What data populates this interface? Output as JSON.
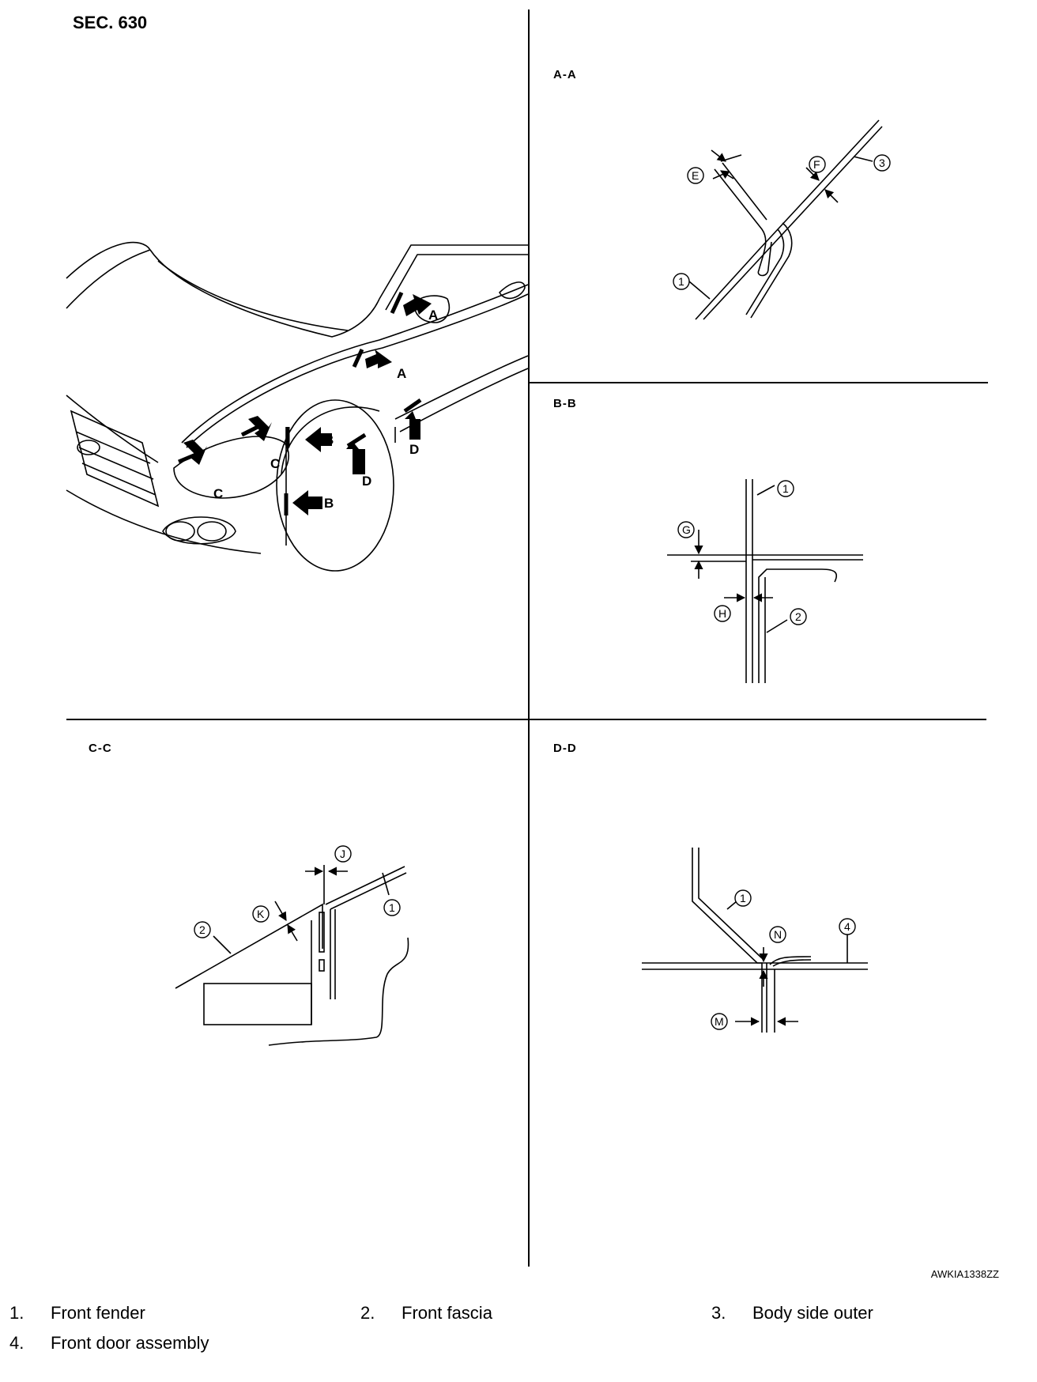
{
  "header": {
    "section": "SEC. 630"
  },
  "views": {
    "aa": "A-A",
    "bb": "B-B",
    "cc": "C-C",
    "dd": "D-D"
  },
  "callouts": {
    "arrow_a": "A",
    "arrow_b": "B",
    "arrow_c": "C",
    "arrow_d": "D",
    "E": "E",
    "F": "F",
    "G": "G",
    "H": "H",
    "J": "J",
    "K": "K",
    "M": "M",
    "N": "N",
    "p1": "1",
    "p2": "2",
    "p3": "3",
    "p4": "4"
  },
  "image_code": "AWKIA1338ZZ",
  "legend": [
    {
      "num": "1.",
      "label": "Front fender"
    },
    {
      "num": "2.",
      "label": "Front fascia"
    },
    {
      "num": "3.",
      "label": "Body side outer"
    },
    {
      "num": "4.",
      "label": "Front door assembly"
    }
  ]
}
